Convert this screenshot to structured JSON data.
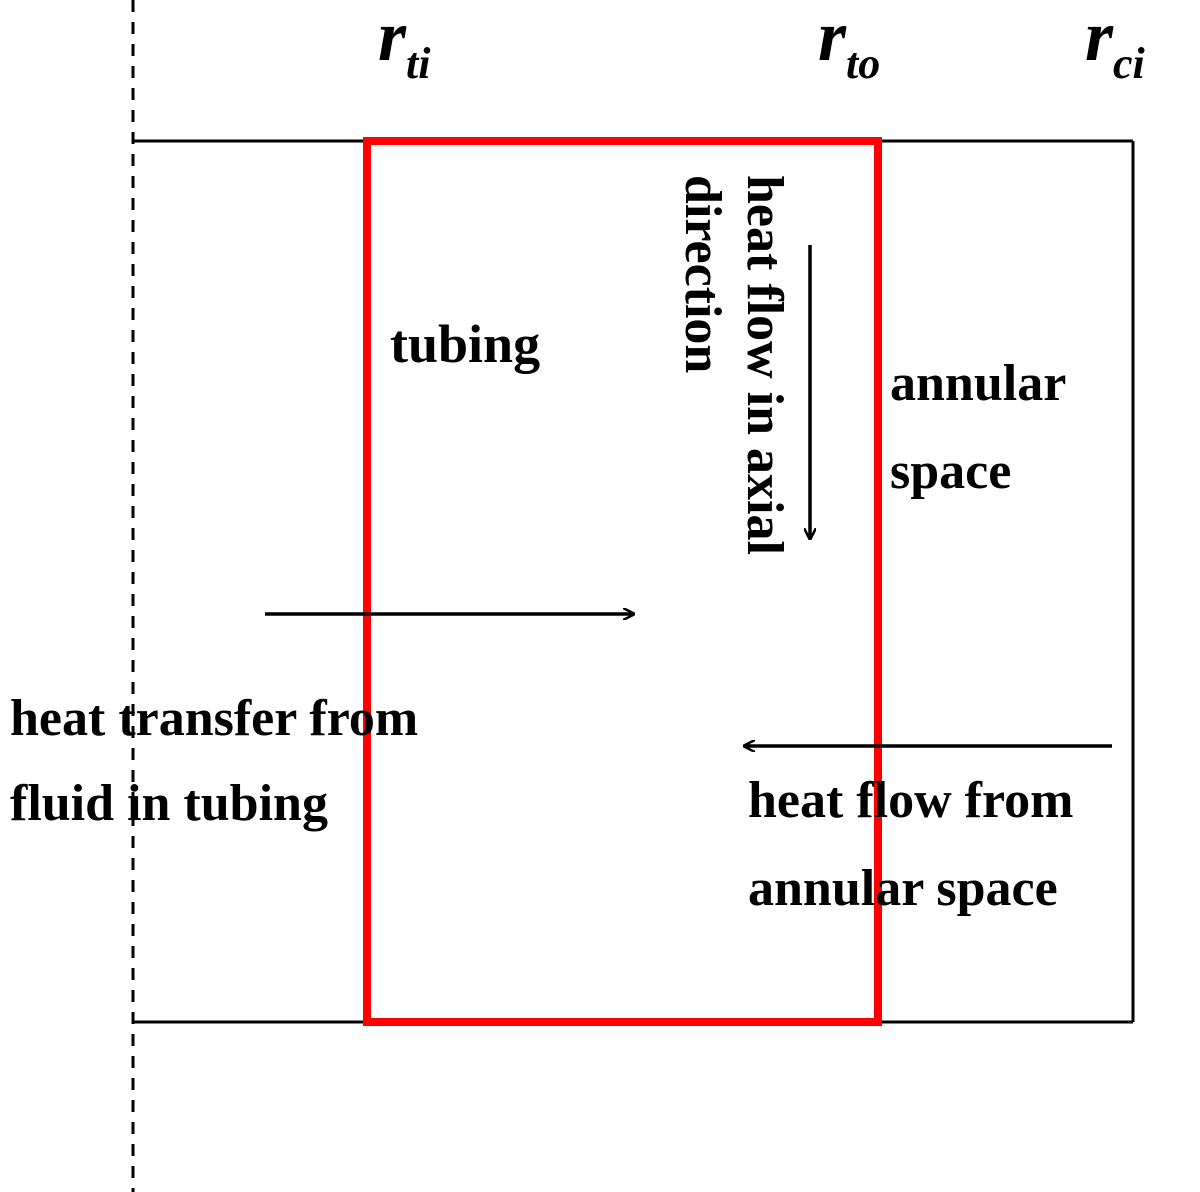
{
  "labels": {
    "r_ti": {
      "main": "r",
      "sub": "ti"
    },
    "r_to": {
      "main": "r",
      "sub": "to"
    },
    "r_ci": {
      "main": "r",
      "sub": "ci"
    },
    "tubing": "tubing",
    "annular_space": [
      "annular",
      "space"
    ],
    "axial_flow": [
      "heat flow in axial",
      "direction"
    ],
    "heat_transfer_from_fluid": [
      "heat transfer from",
      "fluid in tubing"
    ],
    "heat_flow_from_annular": [
      "heat flow from",
      "annular space"
    ]
  },
  "colors": {
    "line": "#000000",
    "control_volume": "#ff0000",
    "background": "#ffffff"
  }
}
